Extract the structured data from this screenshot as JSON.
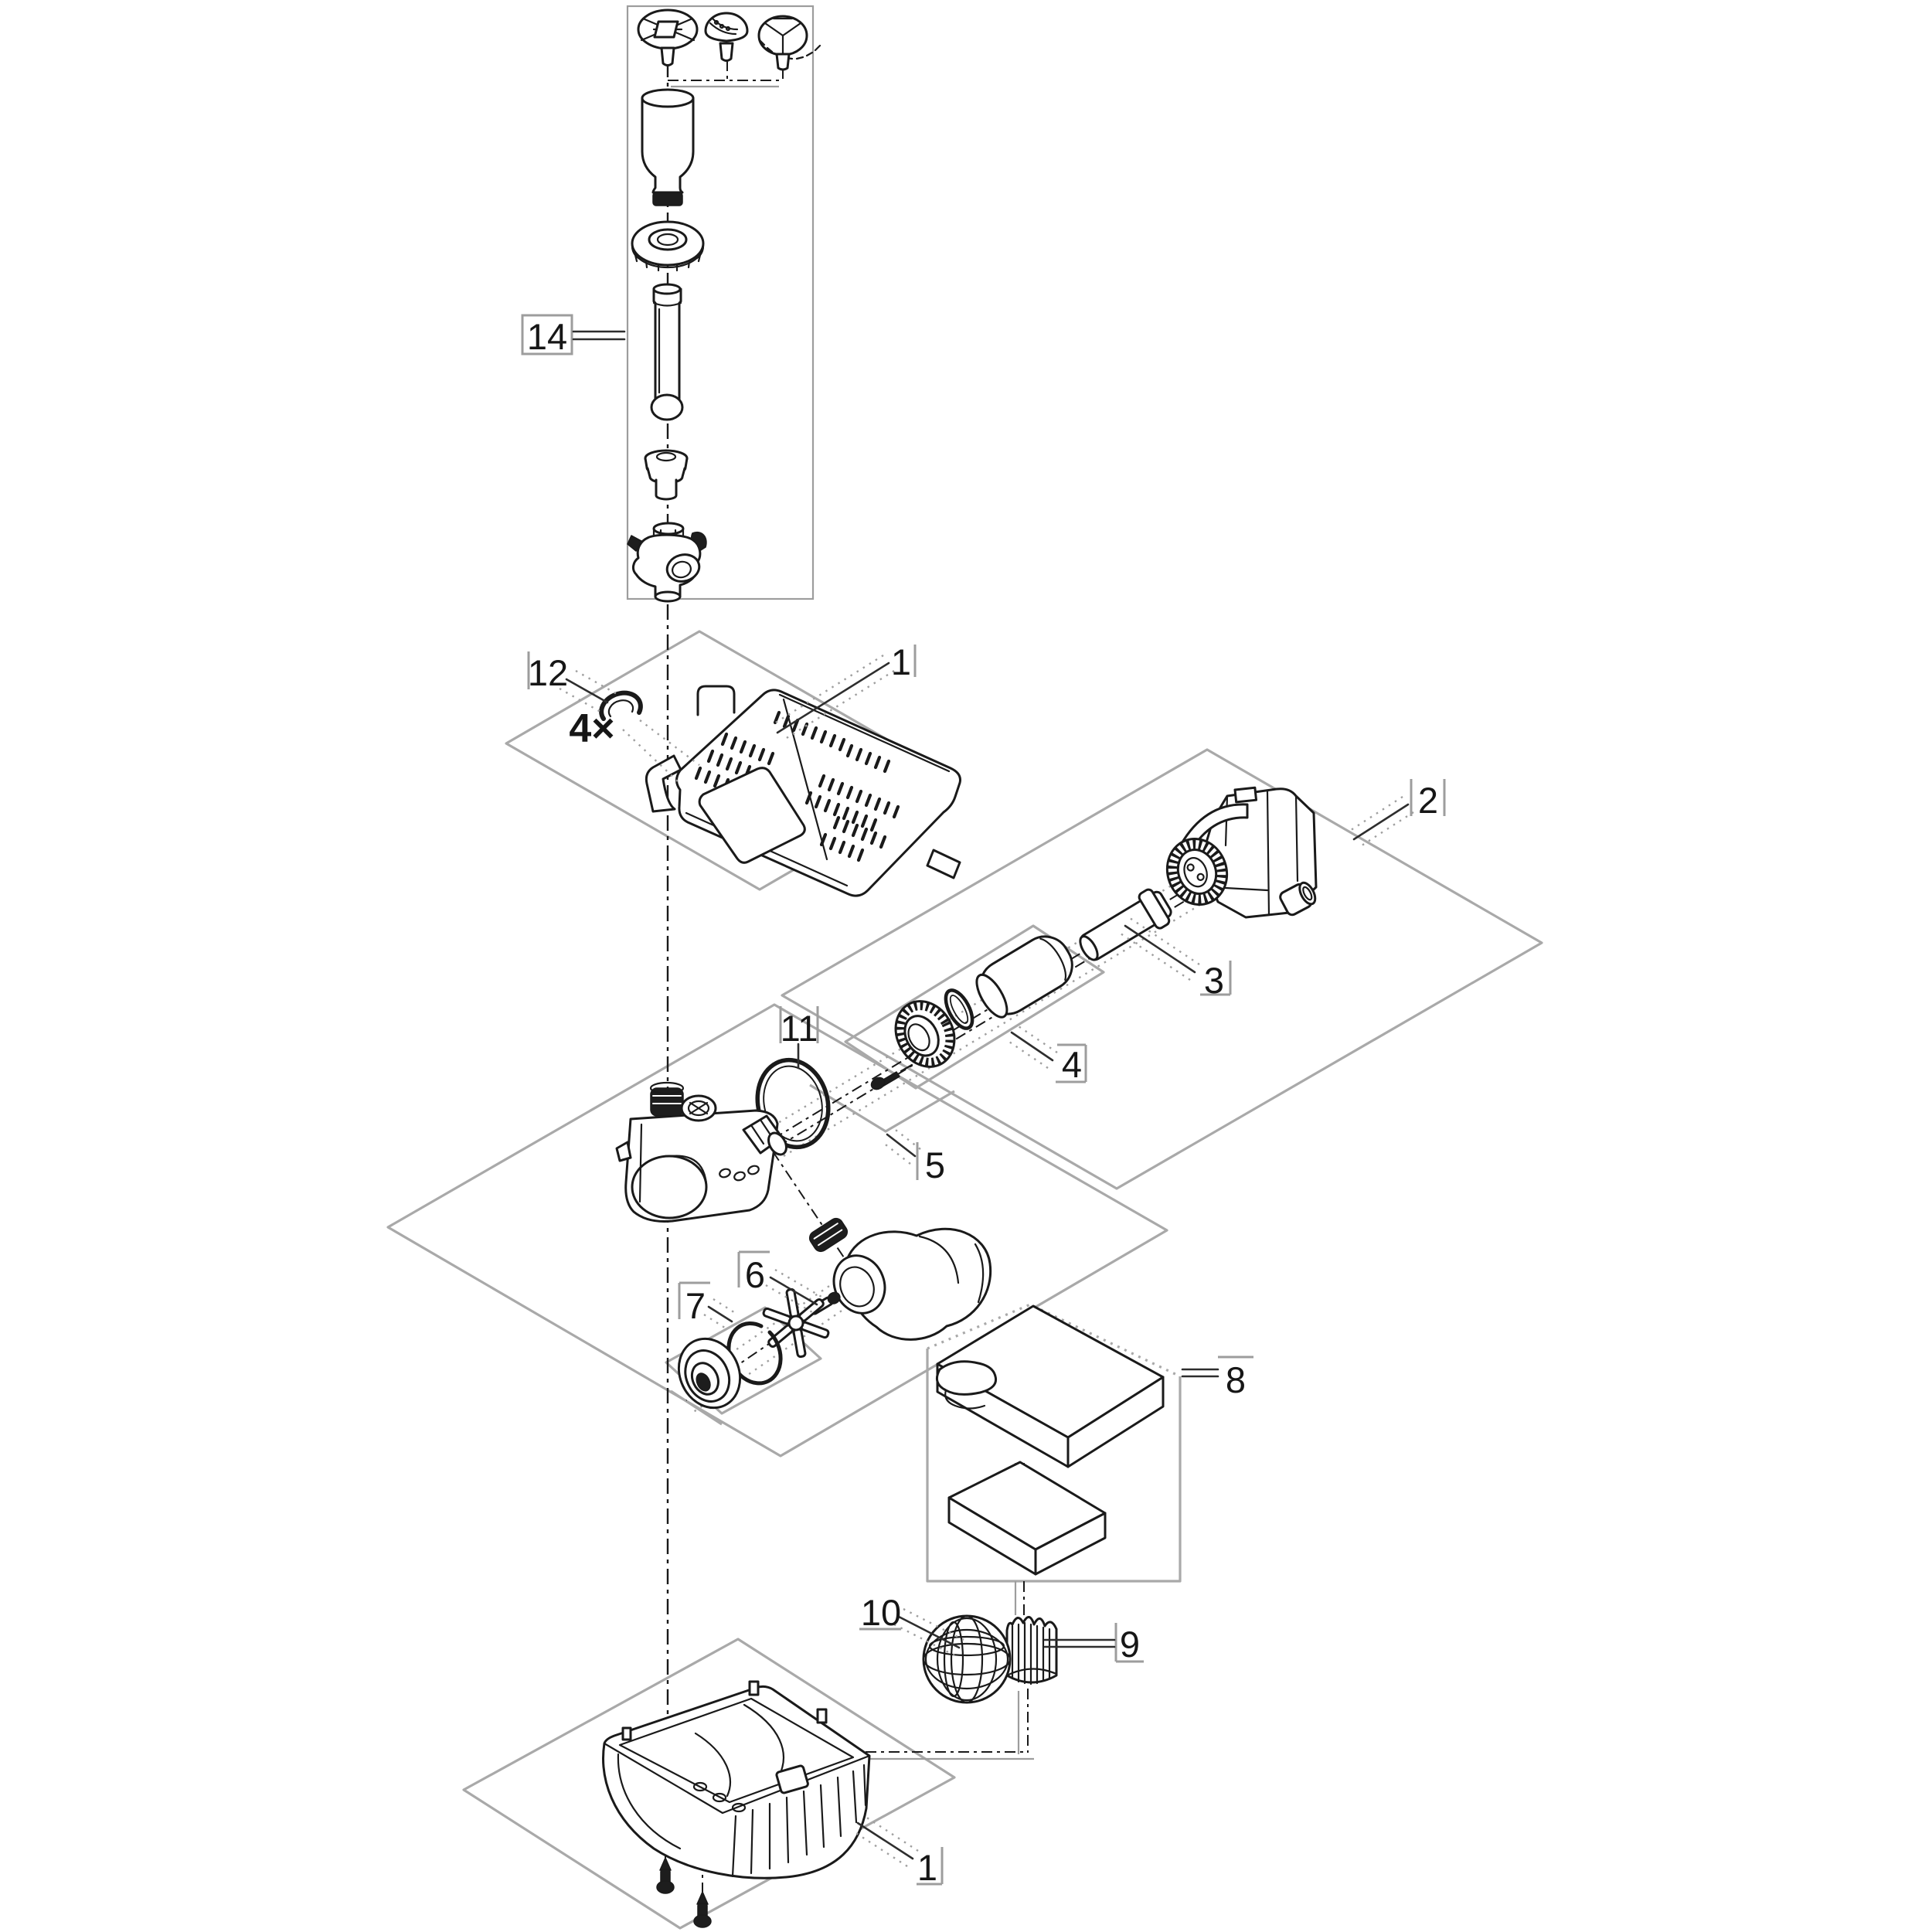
{
  "diagram": {
    "title_hidden": "",
    "type": "exploded-parts-diagram",
    "background_color": "#ffffff",
    "line_color": "#1a1a1a",
    "panel_color": "#a9a9a9",
    "callouts": {
      "c14": "14",
      "c12": "12",
      "c4x": "4×",
      "c1_top": "1",
      "c2": "2",
      "c3": "3",
      "c4": "4",
      "c11": "11",
      "c5": "5",
      "c6": "6",
      "c7": "7",
      "c8": "8",
      "c10": "10",
      "c9": "9",
      "c1_bottom": "1"
    }
  }
}
